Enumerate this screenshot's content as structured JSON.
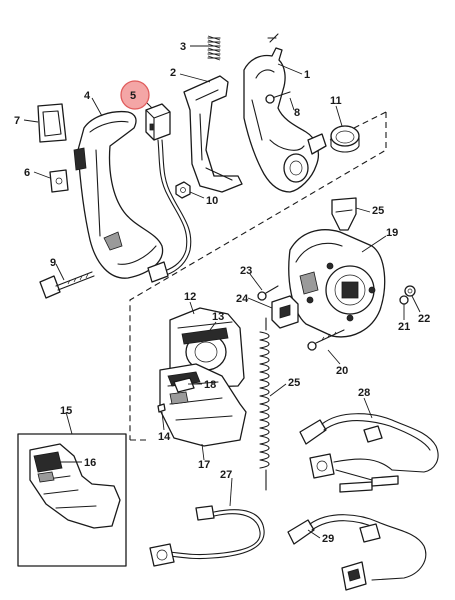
{
  "callouts": [
    {
      "id": "c1",
      "text": "1"
    },
    {
      "id": "c2",
      "text": "2"
    },
    {
      "id": "c3",
      "text": "3"
    },
    {
      "id": "c4",
      "text": "4"
    },
    {
      "id": "c5",
      "text": "5",
      "highlighted": true
    },
    {
      "id": "c6",
      "text": "6"
    },
    {
      "id": "c7",
      "text": "7"
    },
    {
      "id": "c8",
      "text": "8"
    },
    {
      "id": "c9",
      "text": "9"
    },
    {
      "id": "c10",
      "text": "10"
    },
    {
      "id": "c11",
      "text": "11"
    },
    {
      "id": "c12",
      "text": "12"
    },
    {
      "id": "c13",
      "text": "13"
    },
    {
      "id": "c14",
      "text": "14"
    },
    {
      "id": "c15",
      "text": "15"
    },
    {
      "id": "c16",
      "text": "16"
    },
    {
      "id": "c17",
      "text": "17"
    },
    {
      "id": "c18",
      "text": "18"
    },
    {
      "id": "c19",
      "text": "19"
    },
    {
      "id": "c20",
      "text": "20"
    },
    {
      "id": "c21",
      "text": "21"
    },
    {
      "id": "c22",
      "text": "22"
    },
    {
      "id": "c23",
      "text": "23"
    },
    {
      "id": "c24",
      "text": "24"
    },
    {
      "id": "c25a",
      "text": "25"
    },
    {
      "id": "c25b",
      "text": "25"
    },
    {
      "id": "c27",
      "text": "27"
    },
    {
      "id": "c28",
      "text": "28"
    },
    {
      "id": "c29",
      "text": "29"
    }
  ],
  "colors": {
    "line": "#1a1a1a",
    "highlight_fill": "#f4a6a6",
    "highlight_stroke": "#e05c5c",
    "background": "#ffffff"
  }
}
